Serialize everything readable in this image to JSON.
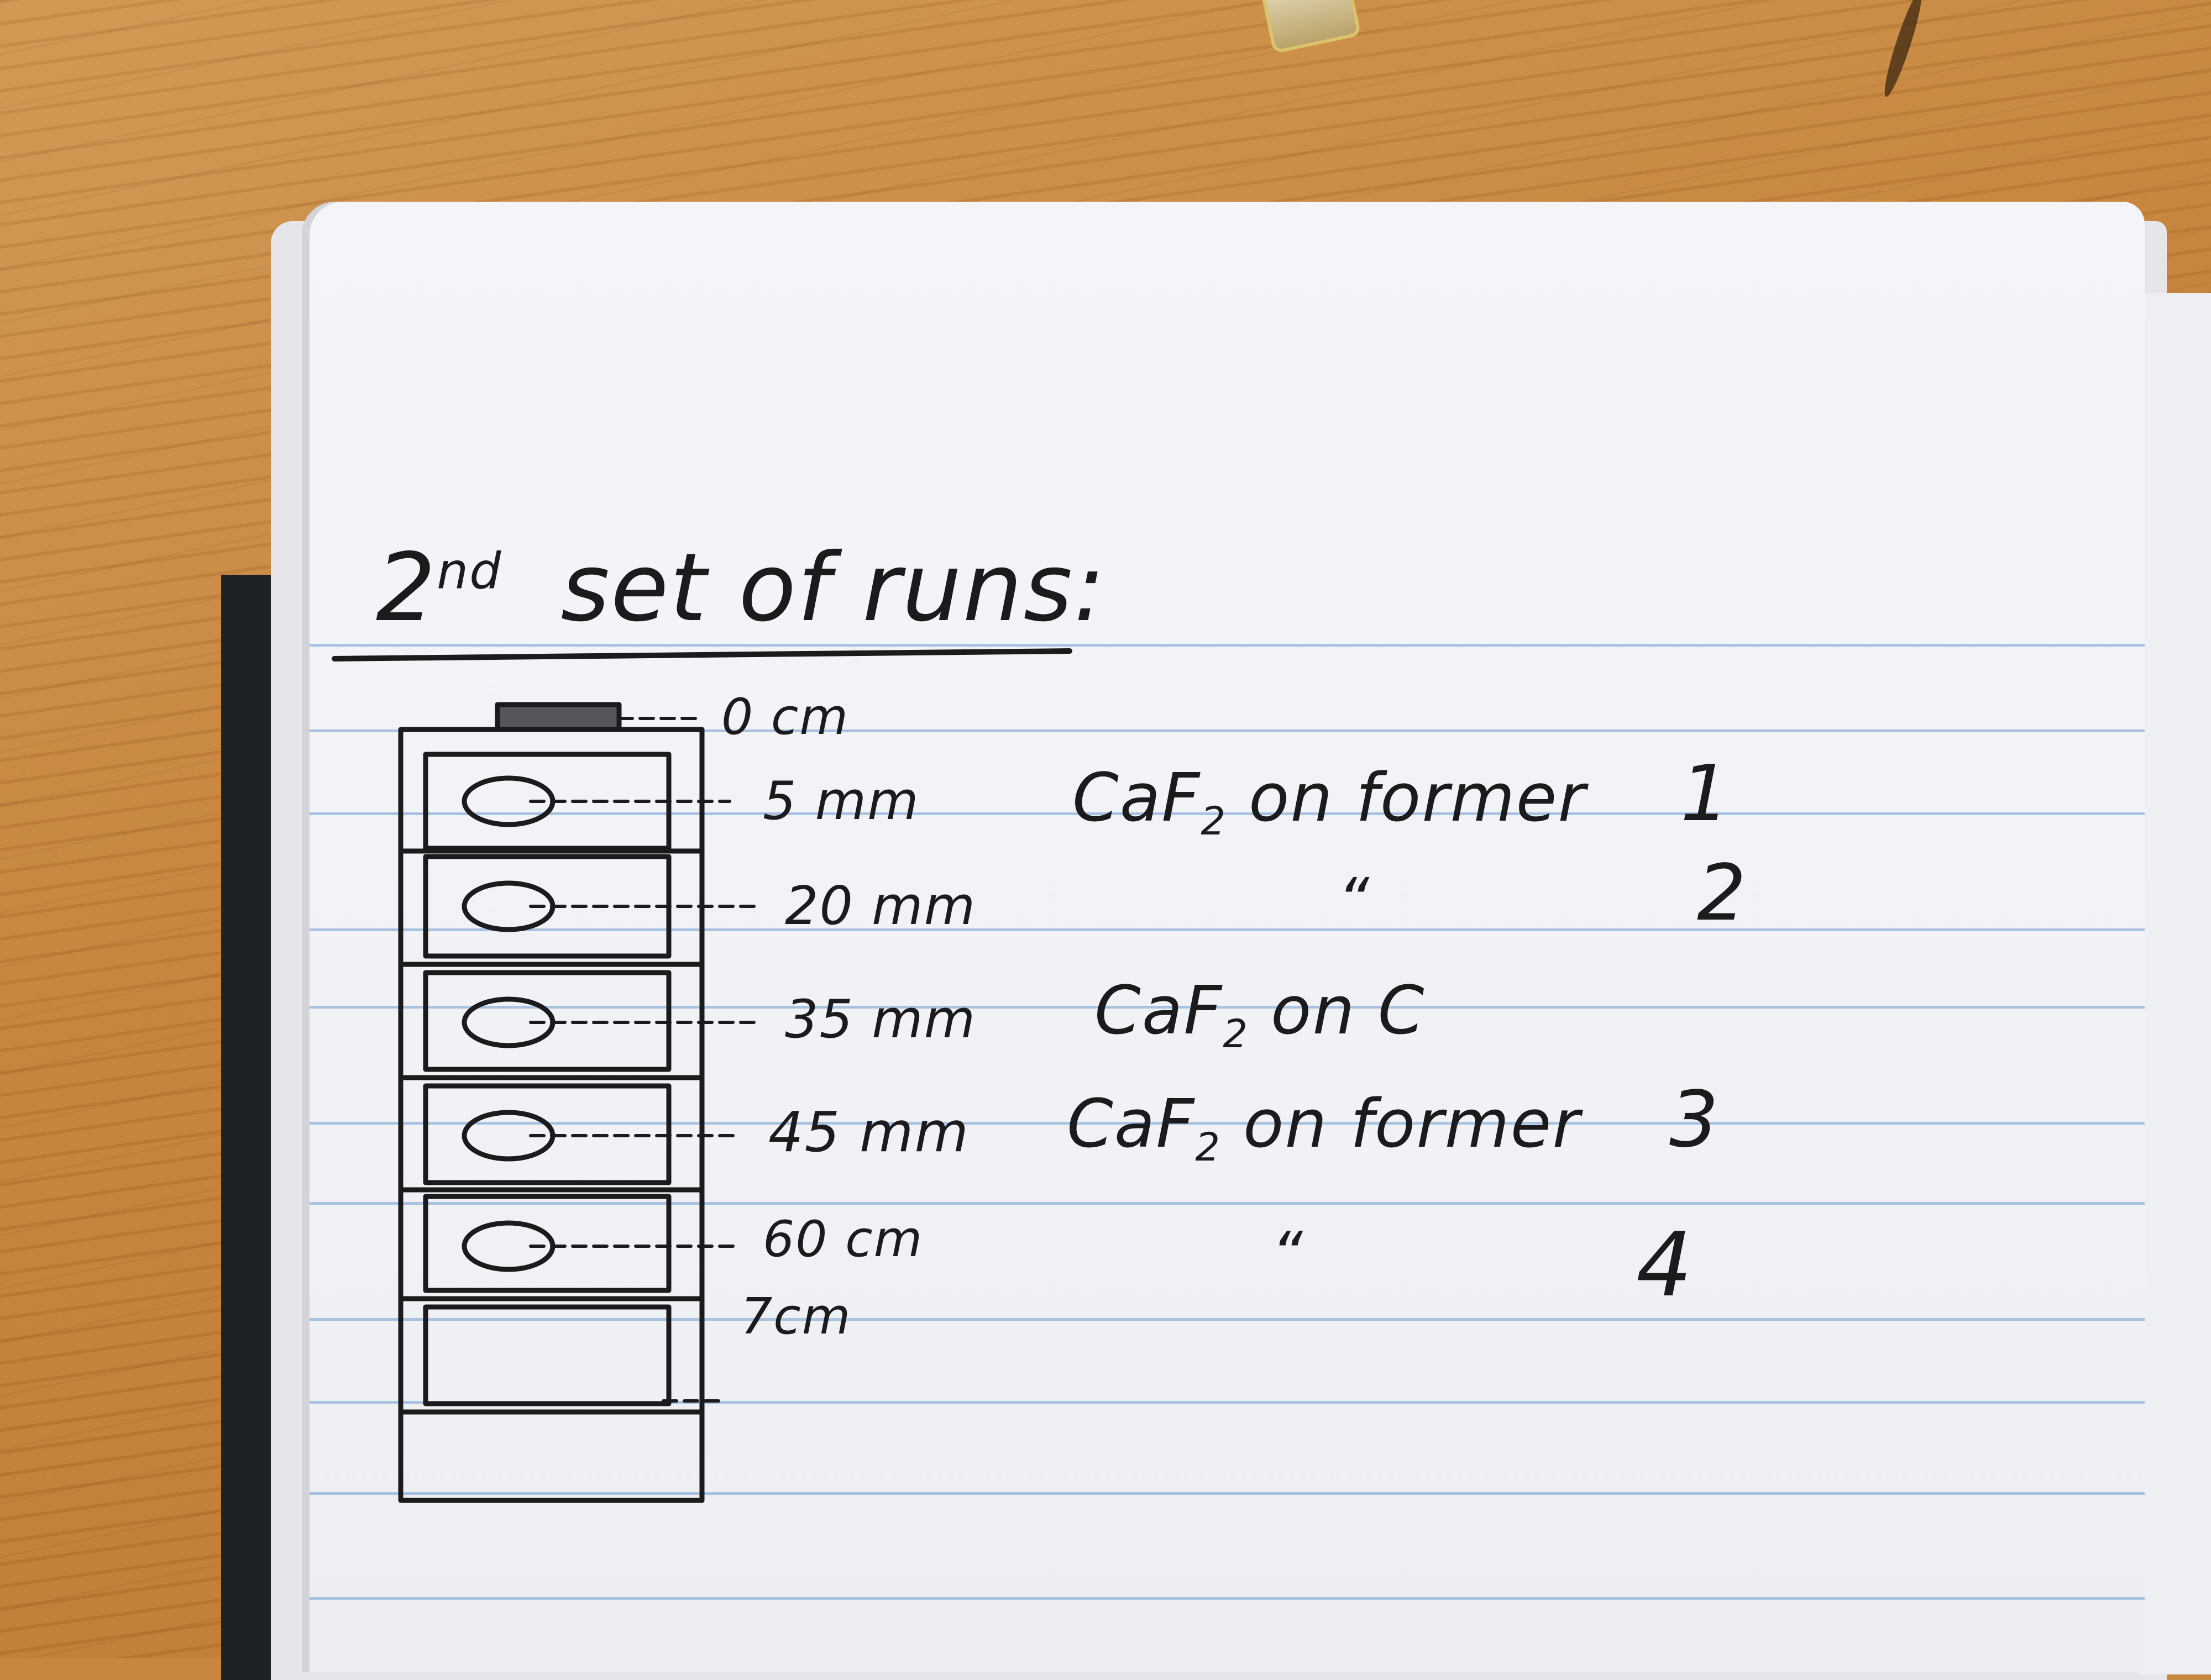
{
  "notebook": {
    "title_main": "2",
    "title_sup": "nd",
    "title_rest": "set of runs:",
    "positions": [
      {
        "label": "0 cm"
      },
      {
        "label": "5 mm"
      },
      {
        "label": "20 mm"
      },
      {
        "label": "35 mm"
      },
      {
        "label": "45 mm"
      },
      {
        "label": "60 cm"
      },
      {
        "label": "7cm"
      }
    ],
    "rows": [
      {
        "description": "CaF",
        "subscript": "2",
        "suffix": " on former",
        "number": "1"
      },
      {
        "description": "“",
        "subscript": "",
        "suffix": "",
        "number": "2"
      },
      {
        "description": "CaF",
        "subscript": "2",
        "suffix": " on  C",
        "number": ""
      },
      {
        "description": "CaF",
        "subscript": "2",
        "suffix": " on former",
        "number": "3"
      },
      {
        "description": "“",
        "subscript": "",
        "suffix": "",
        "number": "4"
      }
    ]
  }
}
